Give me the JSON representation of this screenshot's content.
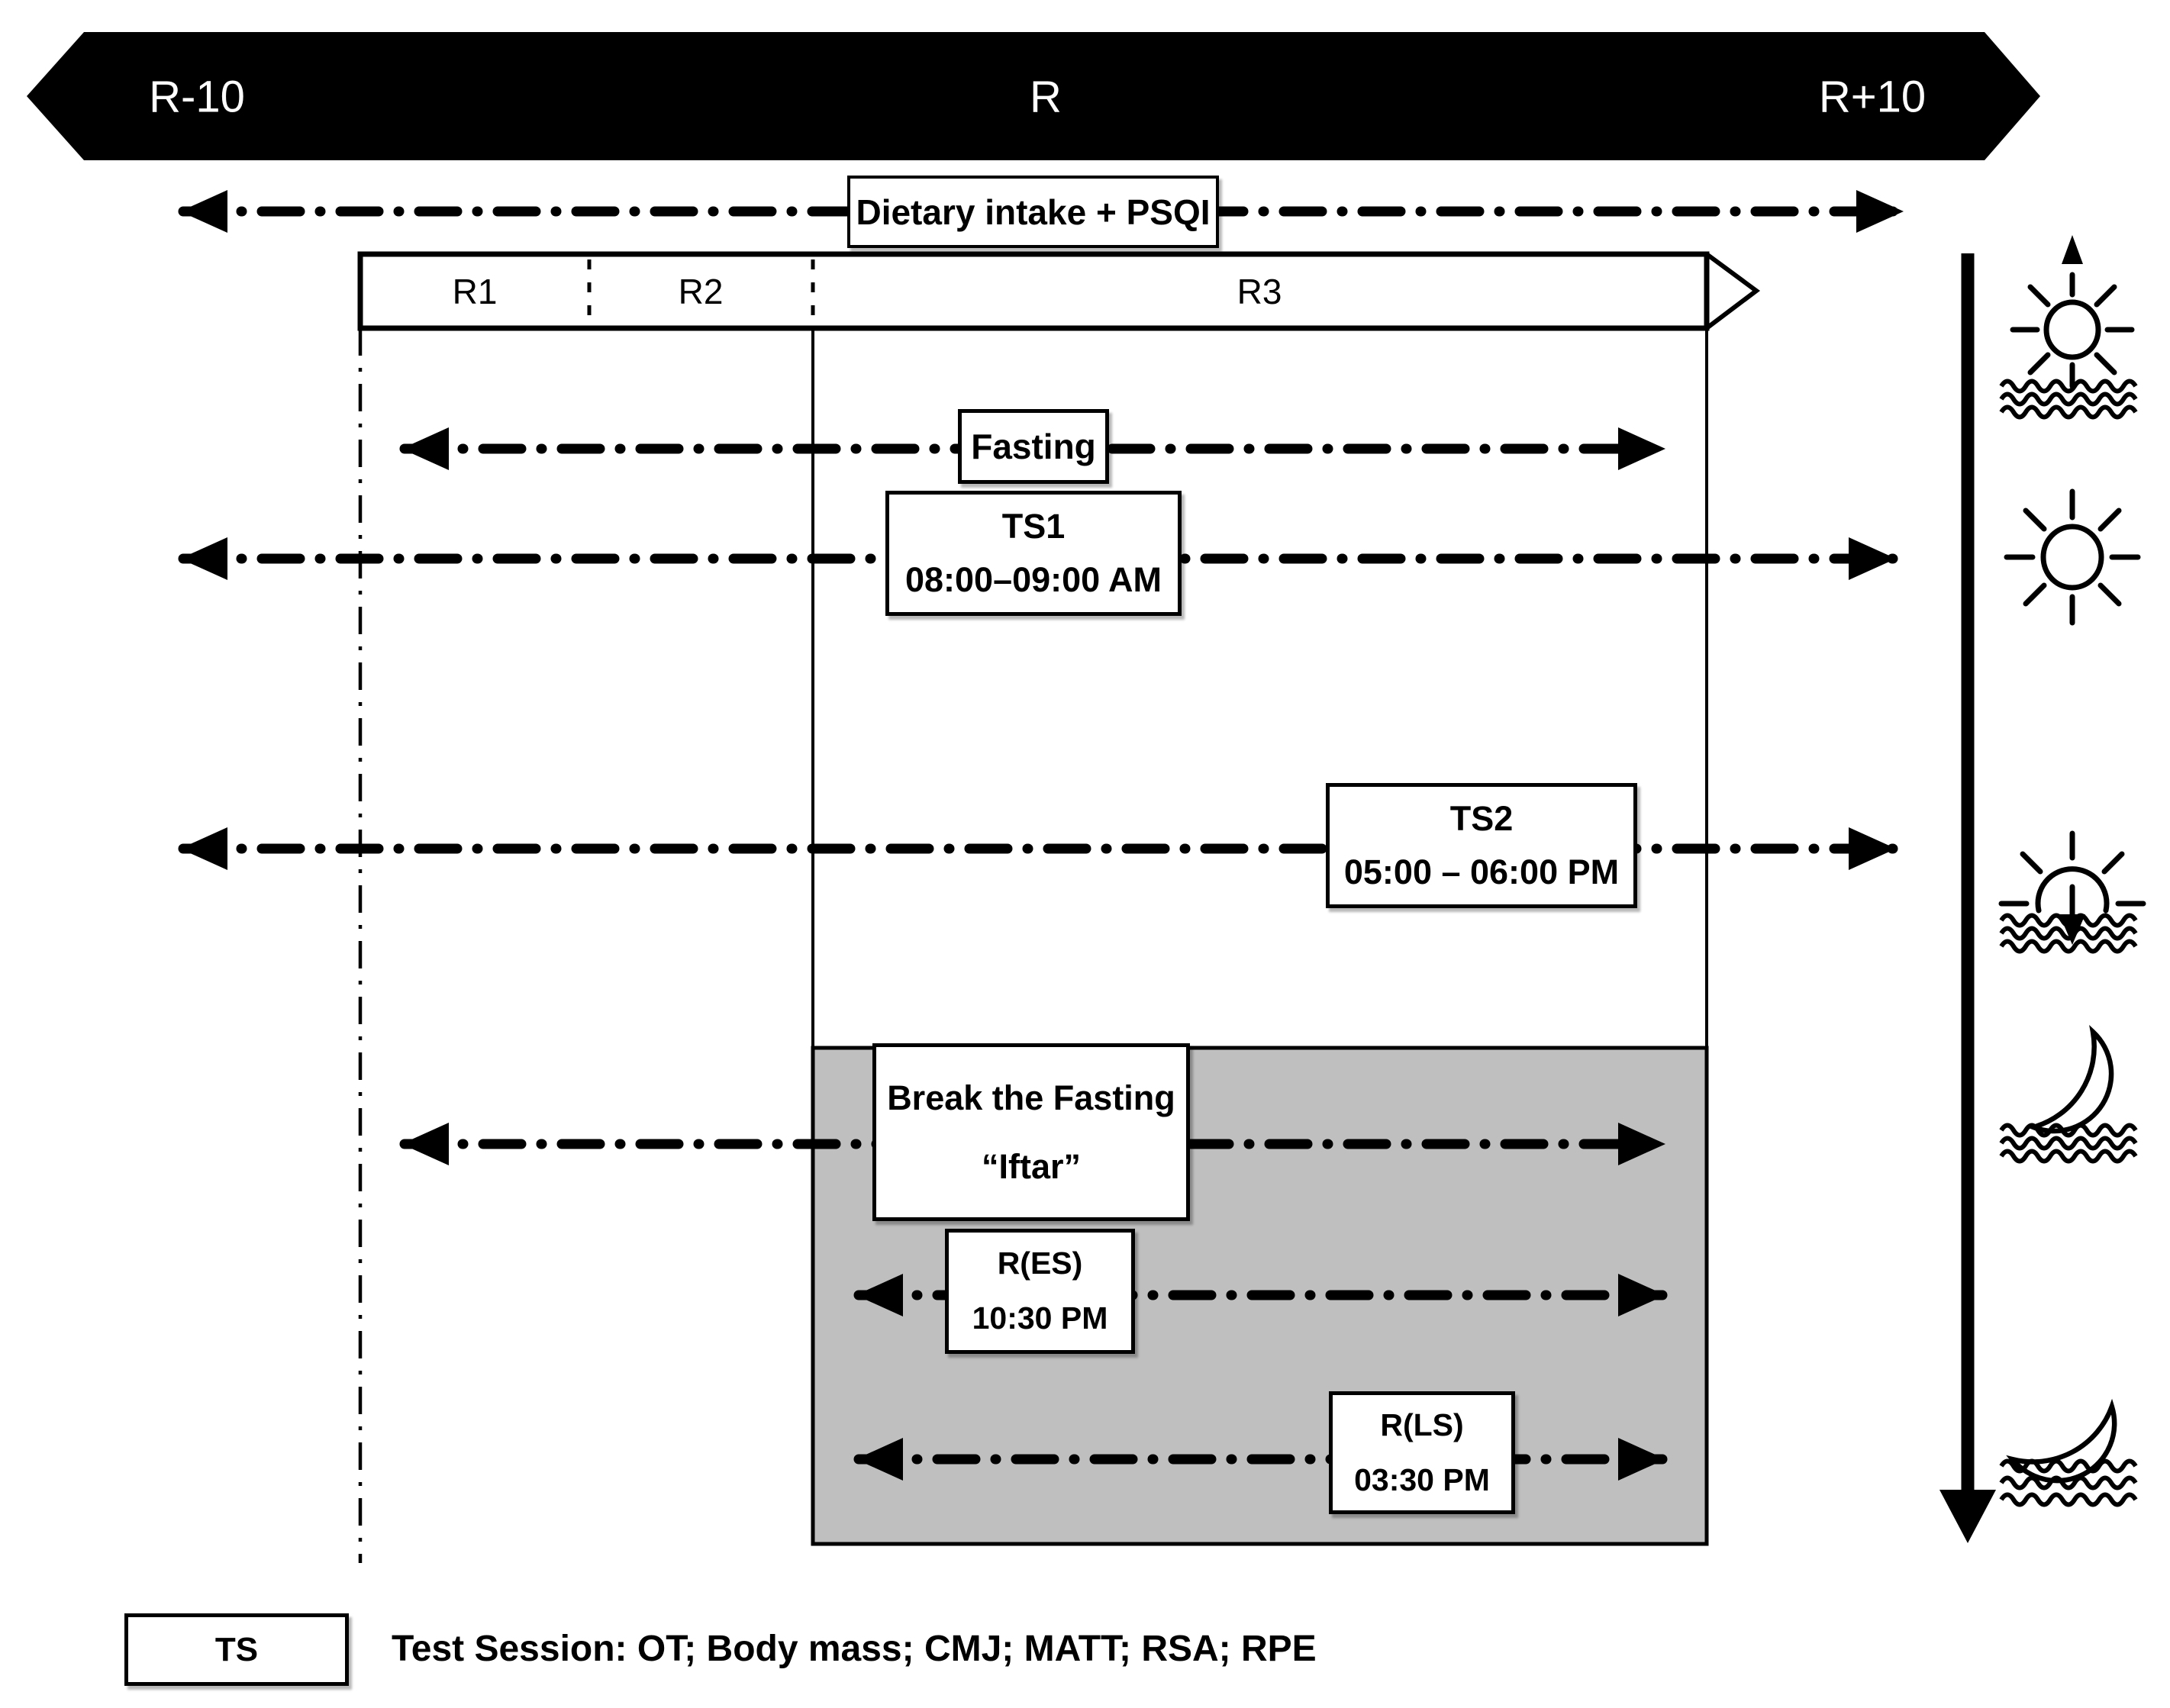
{
  "banner": {
    "r_minus": "R-10",
    "r": "R",
    "r_plus": "R+10"
  },
  "monitoring": {
    "label": "Dietary intake + PSQI"
  },
  "ramadan_bar": {
    "r1": "R1",
    "r2": "R2",
    "r3": "R3"
  },
  "fasting": {
    "label": "Fasting"
  },
  "ts1": {
    "name": "TS1",
    "time": "08:00–09:00 AM"
  },
  "ts2": {
    "name": "TS2",
    "time": "05:00 – 06:00 PM"
  },
  "iftar": {
    "line1": "Break the Fasting",
    "line2": "“Iftar”"
  },
  "res": {
    "name": "R(ES)",
    "time": "10:30 PM"
  },
  "rls": {
    "name": "R(LS)",
    "time": "03:30 PM"
  },
  "legend": {
    "symbol": "TS",
    "text": "Test Session: OT; Body mass; CMJ; MATT; RSA; RPE"
  },
  "icons": {
    "right_rail": [
      "sunrise-icon",
      "sun-icon",
      "sunset-icon",
      "moon-icon",
      "moon-set-icon"
    ],
    "timeline": "day-timeline-arrow"
  },
  "colors": {
    "banner": "#000000",
    "shaded_night": "#bfbfbf",
    "background": "#ffffff",
    "ink": "#000000"
  }
}
